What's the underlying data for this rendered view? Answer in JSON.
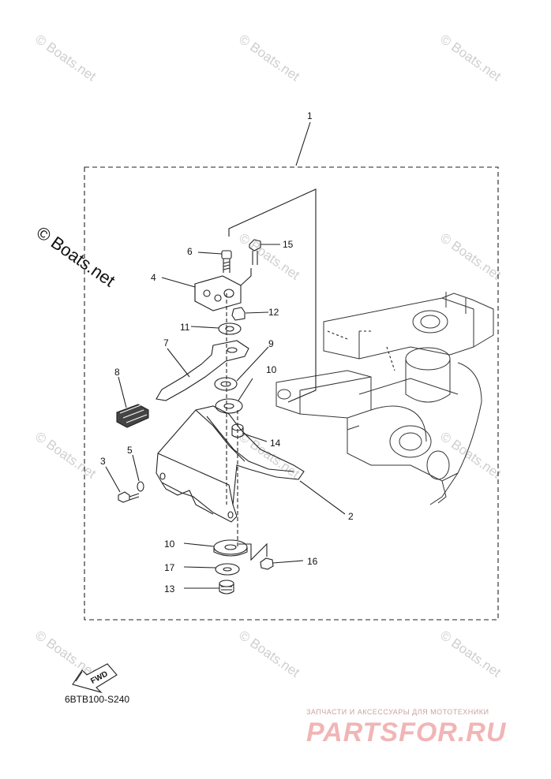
{
  "watermark": "© Boats.net",
  "callouts": {
    "c1": "1",
    "c2": "2",
    "c3": "3",
    "c4": "4",
    "c5": "5",
    "c6": "6",
    "c7": "7",
    "c8": "8",
    "c9": "9",
    "c10a": "10",
    "c10b": "10",
    "c11": "11",
    "c12": "12",
    "c13": "13",
    "c14": "14",
    "c15": "15",
    "c16": "16",
    "c17": "17"
  },
  "fwd_label": "FWD",
  "ref_code": "6BTB100-S240",
  "shop": {
    "tagline": "ЗАПЧАСТИ И АКСЕССУАРЫ ДЛЯ МОТОТЕХНИКИ",
    "logo": "PARTSFOR.RU"
  }
}
